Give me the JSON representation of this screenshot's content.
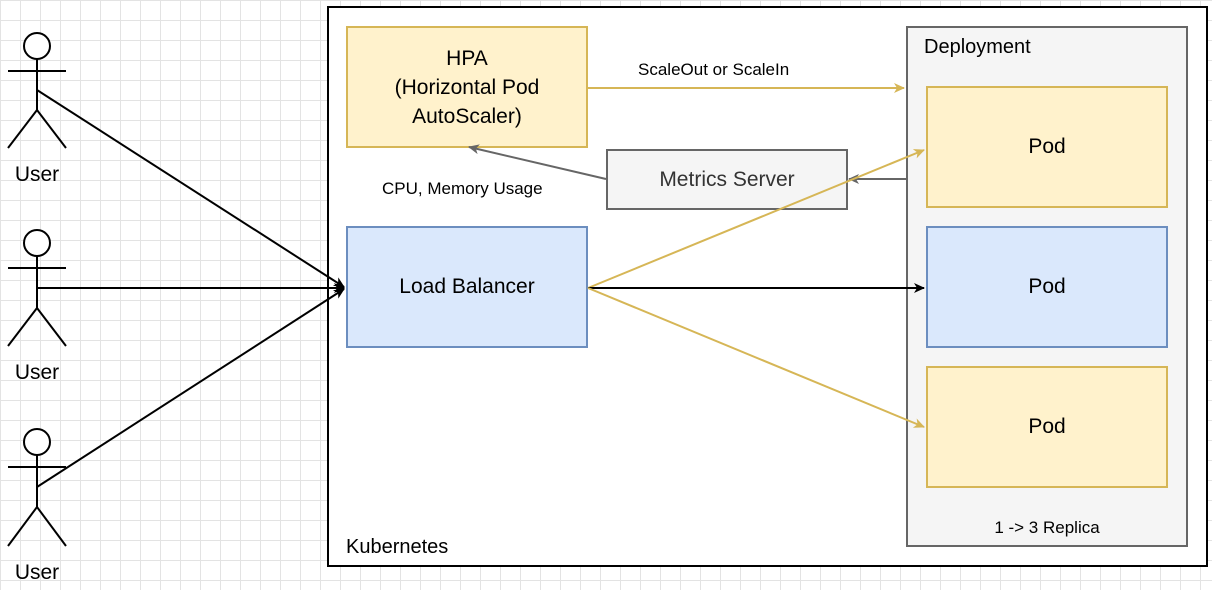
{
  "diagram": {
    "kubernetes_label": "Kubernetes",
    "deployment_label": "Deployment",
    "replica_label": "1 -> 3 Replica",
    "hpa_lines": [
      "HPA",
      "(Horizontal Pod",
      "AutoScaler)"
    ],
    "load_balancer_label": "Load Balancer",
    "metrics_server_label": "Metrics Server",
    "pods": [
      "Pod",
      "Pod",
      "Pod"
    ],
    "users": [
      "User",
      "User",
      "User"
    ],
    "edge_labels": {
      "scale": "ScaleOut or ScaleIn",
      "usage": "CPU, Memory Usage"
    },
    "colors": {
      "yellow_fill": "#fff2cc",
      "yellow_stroke": "#d6b656",
      "blue_fill": "#dae8fc",
      "blue_stroke": "#6c8ebf",
      "gray_fill": "#f5f5f5",
      "gray_stroke": "#666666"
    }
  }
}
